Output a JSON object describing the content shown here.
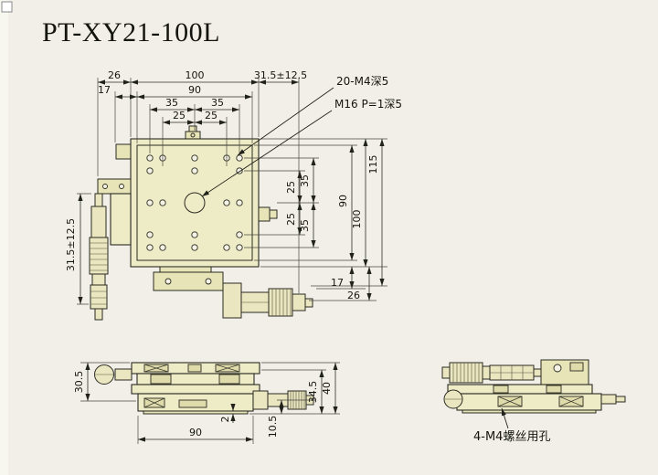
{
  "title": "PT-XY21-100L",
  "top_view": {
    "callout_holes": "20-M4深5",
    "callout_center": "M16 P=1深5",
    "dim_26": "26",
    "dim_100": "100",
    "dim_travel": "31.5±12.5",
    "dim_17": "17",
    "dim_90": "90",
    "dim_35": "35",
    "dim_25": "25",
    "dim_115": "115"
  },
  "front_view": {
    "dim_30_5": "30.5",
    "dim_90": "90",
    "dim_2": "2",
    "dim_10_5": "10.5",
    "dim_34_5": "34.5",
    "dim_40": "40"
  },
  "side_view": {
    "callout_screws": "4-M4螺丝用孔"
  }
}
